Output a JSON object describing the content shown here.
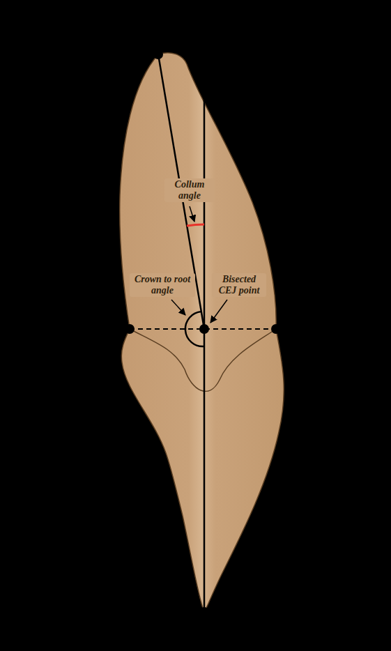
{
  "diagram": {
    "labels": [
      "Collum angle",
      "Crown to root angle",
      "Bisected CEJ point"
    ]
  }
}
